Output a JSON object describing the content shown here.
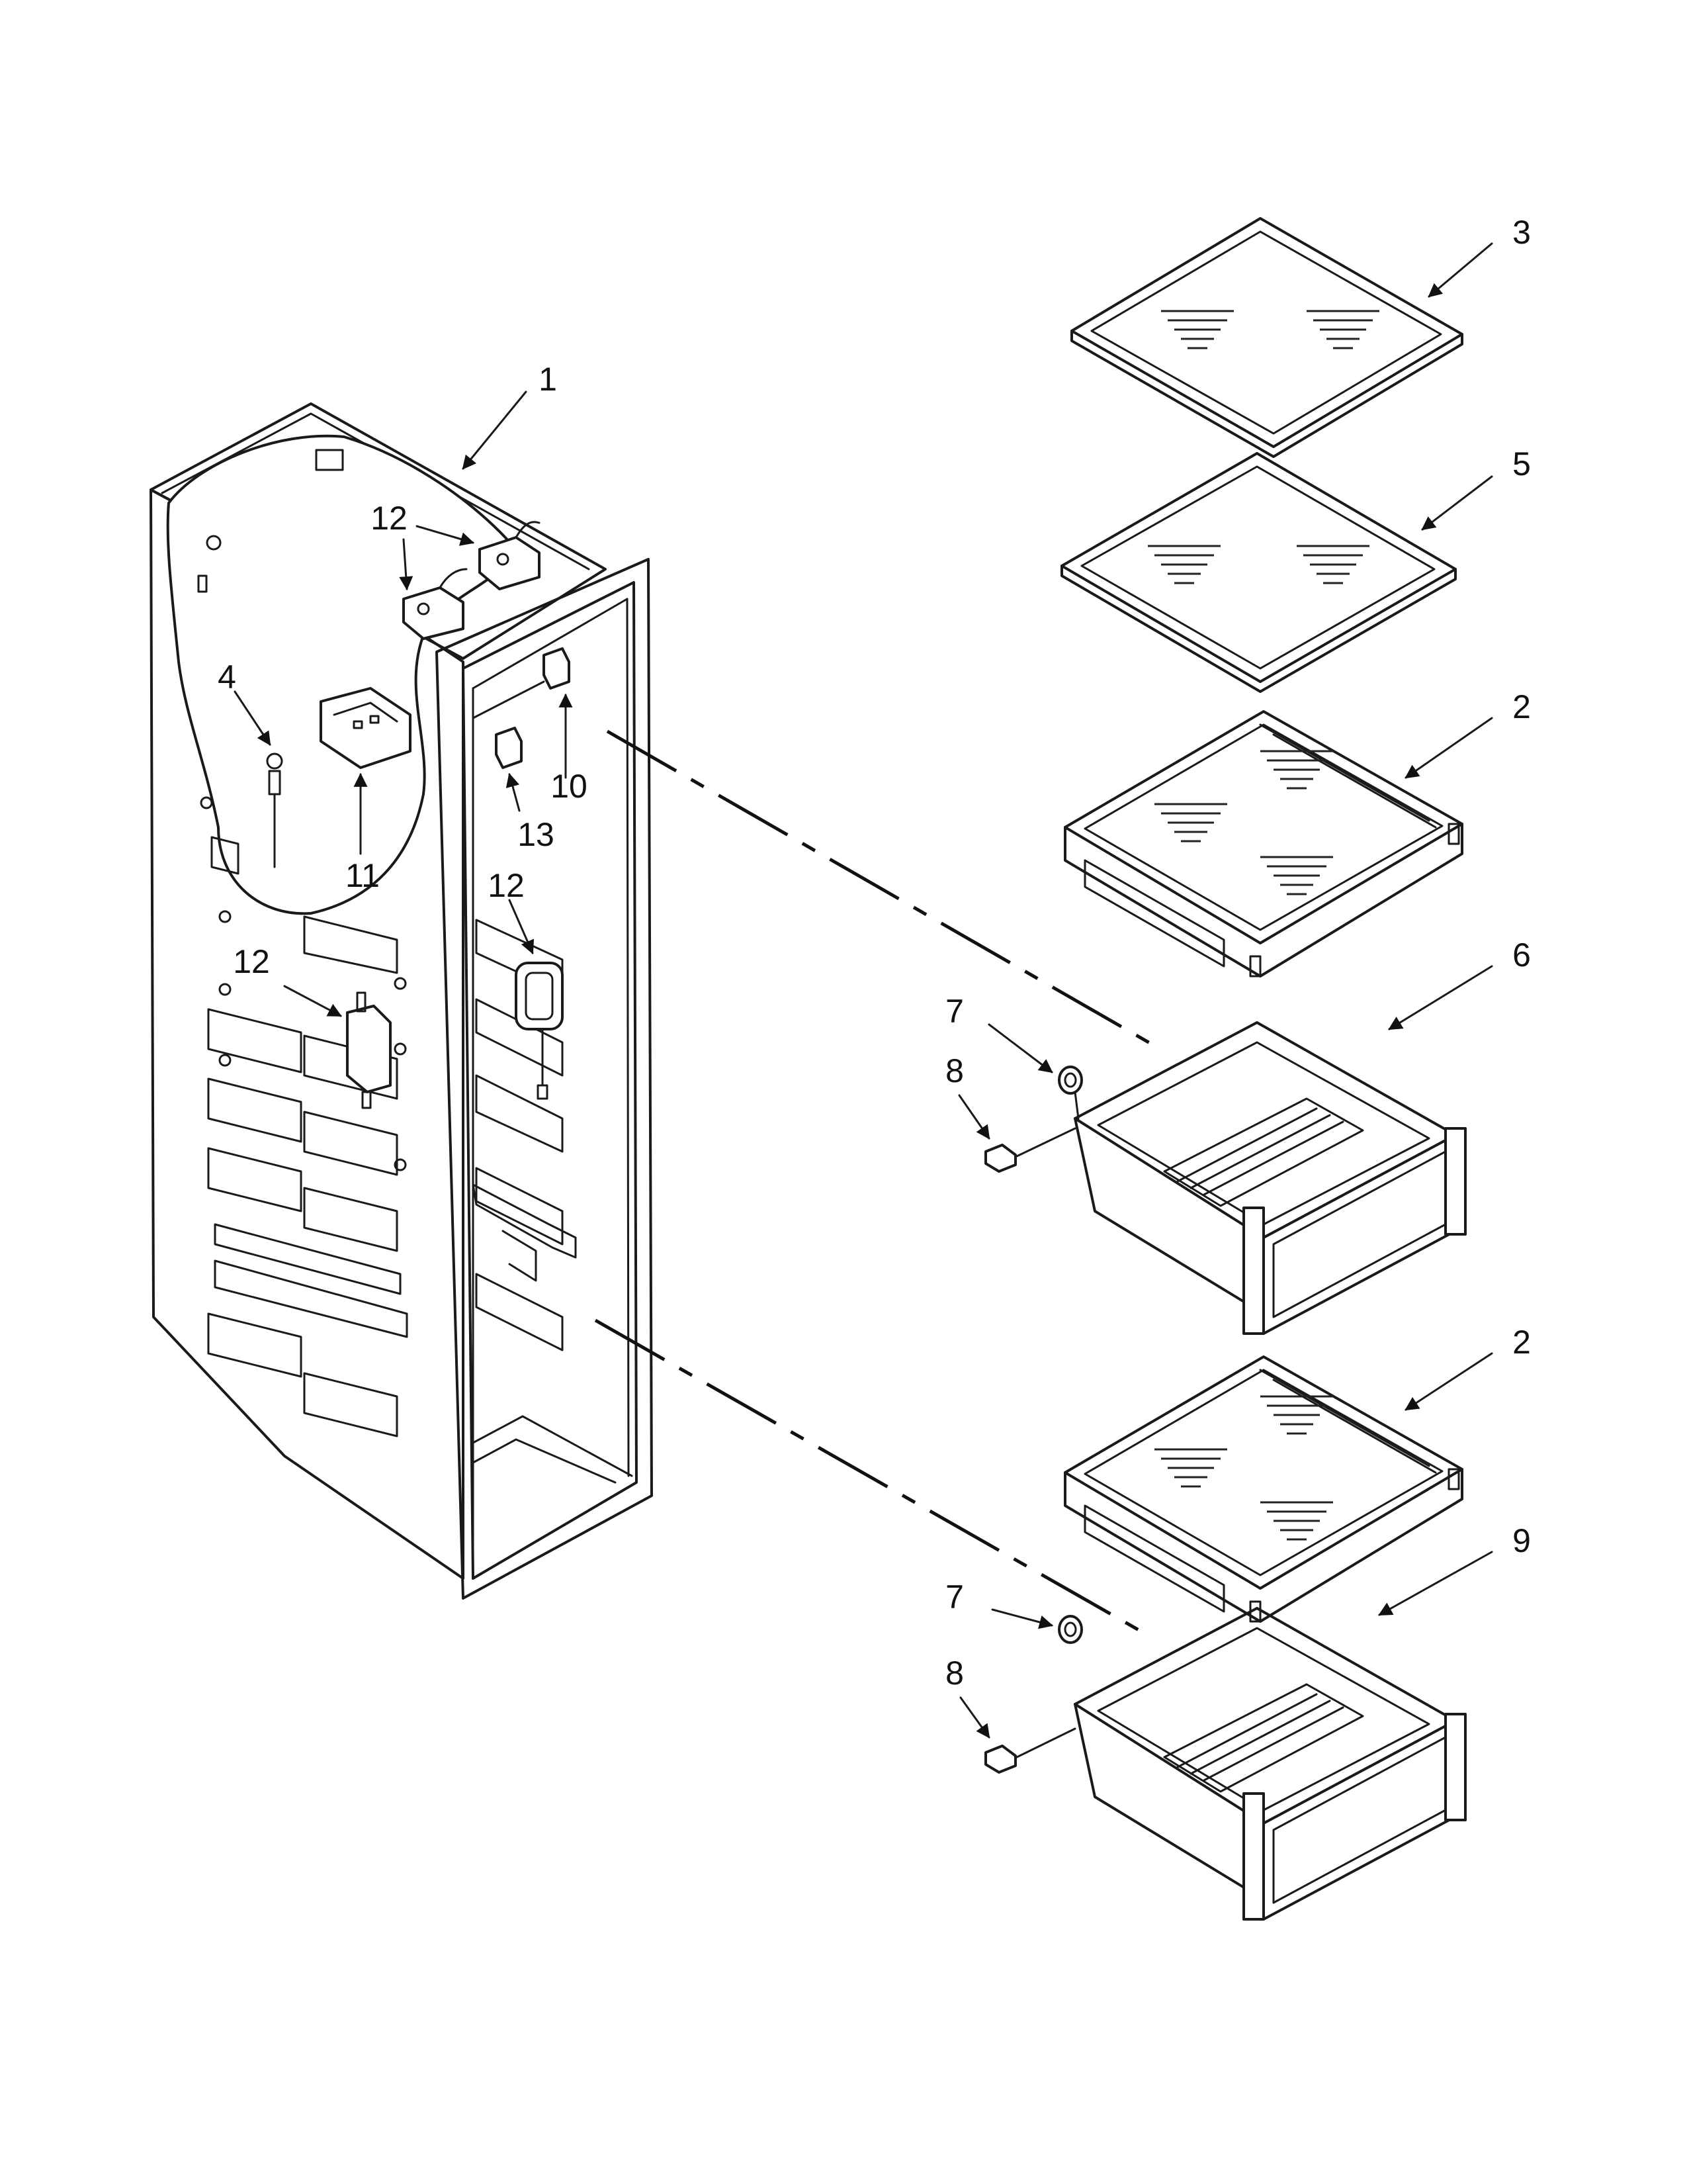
{
  "callouts": {
    "c1": "1",
    "c2a": "2",
    "c2b": "2",
    "c3": "3",
    "c4": "4",
    "c5": "5",
    "c6": "6",
    "c7a": "7",
    "c7b": "7",
    "c8a": "8",
    "c8b": "8",
    "c9": "9",
    "c10": "10",
    "c11": "11",
    "c12a": "12",
    "c12b": "12",
    "c12c": "12",
    "c13": "13"
  },
  "colors": {
    "line": "#1a1a1a",
    "background": "#ffffff"
  }
}
